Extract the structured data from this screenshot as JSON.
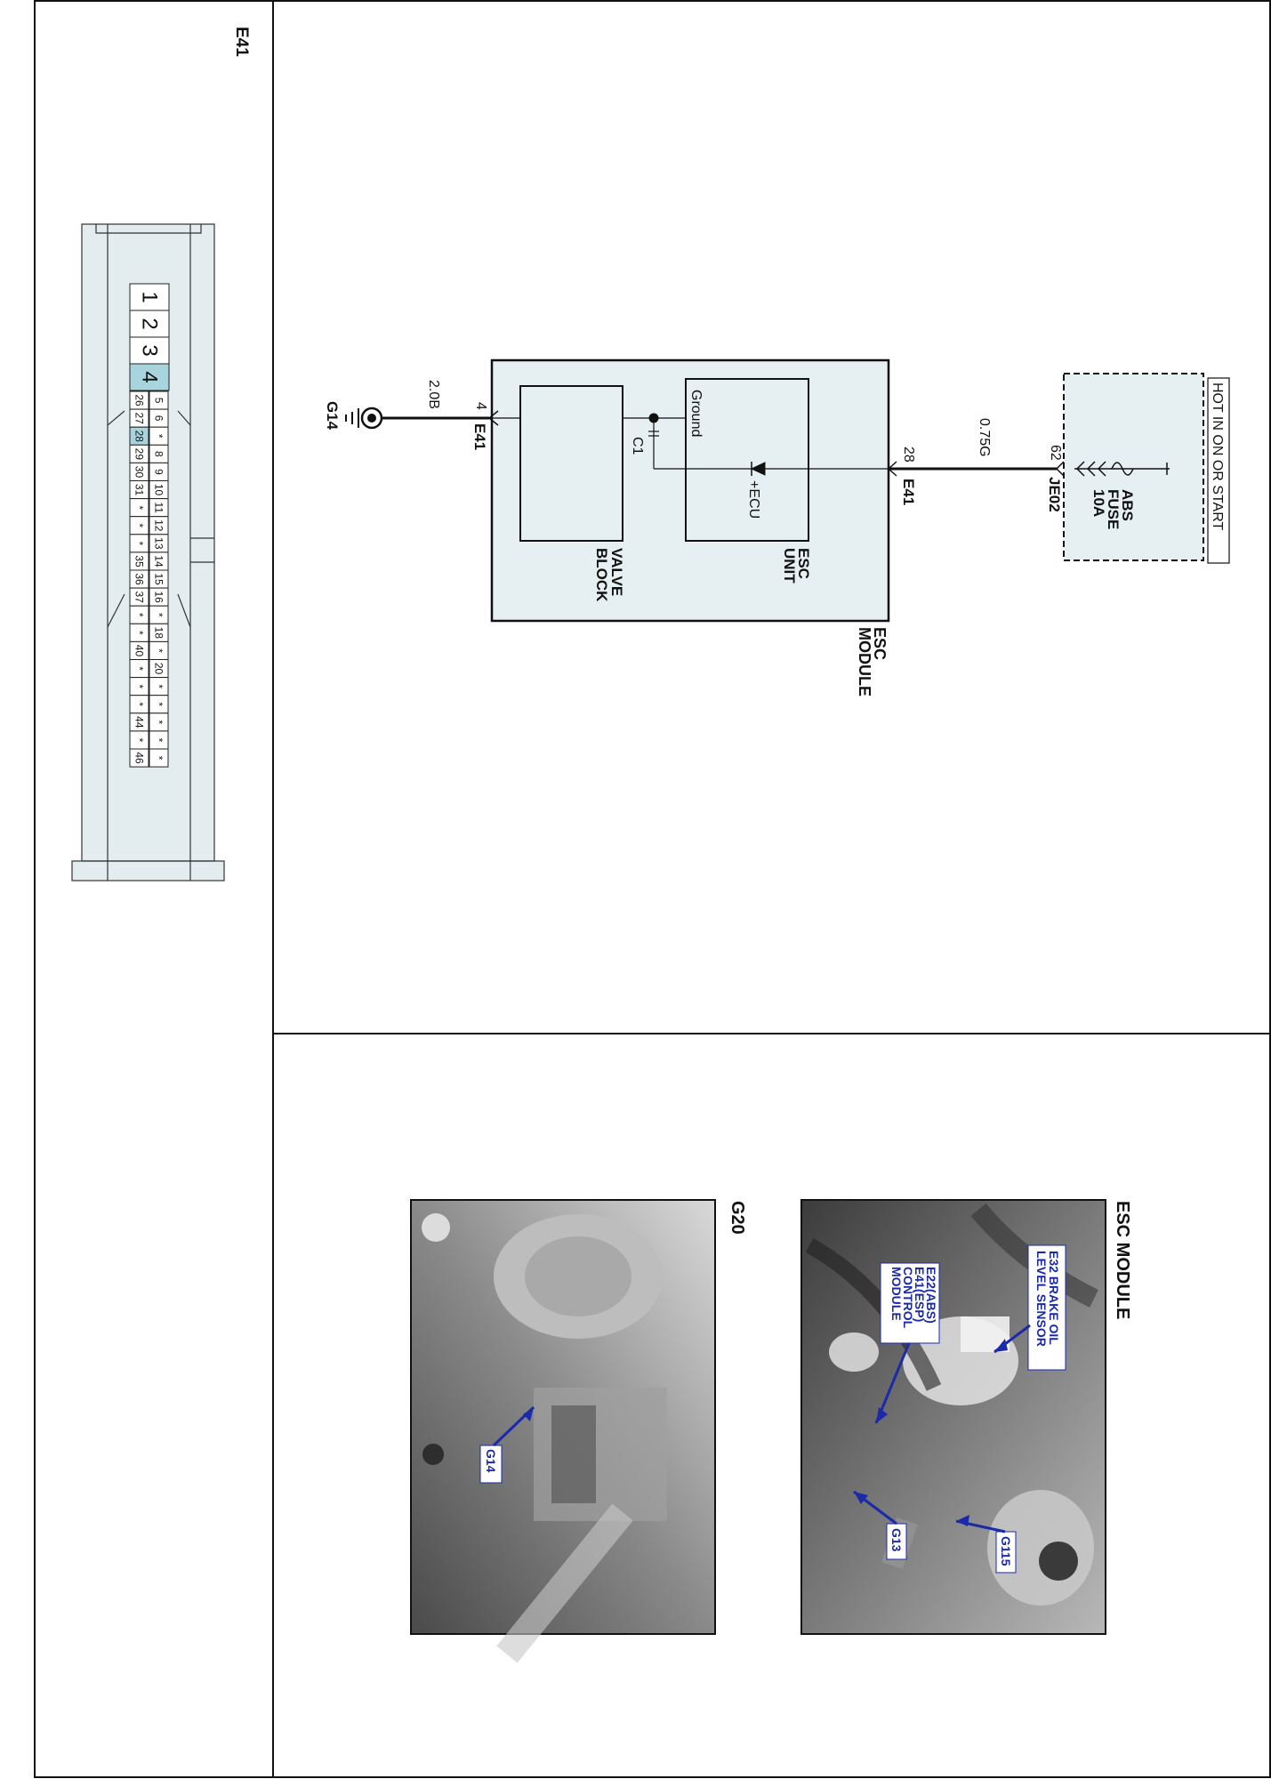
{
  "connector": {
    "title": "E41",
    "pins_large": [
      "1",
      "2",
      "3",
      "4"
    ],
    "pins_row_a": [
      "5",
      "6",
      "*",
      "8",
      "9",
      "10",
      "11",
      "12",
      "13",
      "14",
      "15",
      "16",
      "*",
      "18",
      "*",
      "20",
      "*",
      "*",
      "*",
      "*",
      "*"
    ],
    "pins_row_b": [
      "26",
      "27",
      "28",
      "29",
      "30",
      "31",
      "*",
      "*",
      "*",
      "35",
      "36",
      "37",
      "*",
      "*",
      "40",
      "*",
      "*",
      "*",
      "44",
      "*",
      "46"
    ],
    "highlight_large": "4",
    "highlight_small": "28",
    "highlight_color": "#a8d4de"
  },
  "schematic": {
    "hot_label": "HOT IN ON OR START",
    "fuse_name": "ABS",
    "fuse_word": "FUSE",
    "fuse_rating": "10A",
    "jb_pin": "62",
    "jb_connector": "JE02",
    "wire_power": "0.75G",
    "esc_power_pin": "28",
    "esc_connector_top": "E41",
    "ecu_label": "+ECU",
    "ground_label": "Ground",
    "cap_label": "C1",
    "esc_unit_l1": "ESC",
    "esc_unit_l2": "UNIT",
    "valve_l1": "VALVE",
    "valve_l2": "BLOCK",
    "module_l1": "ESC",
    "module_l2": "MODULE",
    "ground_pin": "4",
    "esc_connector_bottom": "E41",
    "wire_ground": "2.0B",
    "ground_point": "G14",
    "module_fill": "#e6eff1"
  },
  "photos": {
    "esc_title": "ESC MODULE",
    "esc_callouts": [
      "E32 BRAKE OIL",
      "LEVEL SENSOR",
      "E22(ABS)",
      "E41(ESP)",
      "CONTROL",
      "MODULE",
      "G115",
      "G13"
    ],
    "g20_title": "G20",
    "g20_callouts": [
      "G14"
    ],
    "callout_color": "#1a2aa8"
  }
}
